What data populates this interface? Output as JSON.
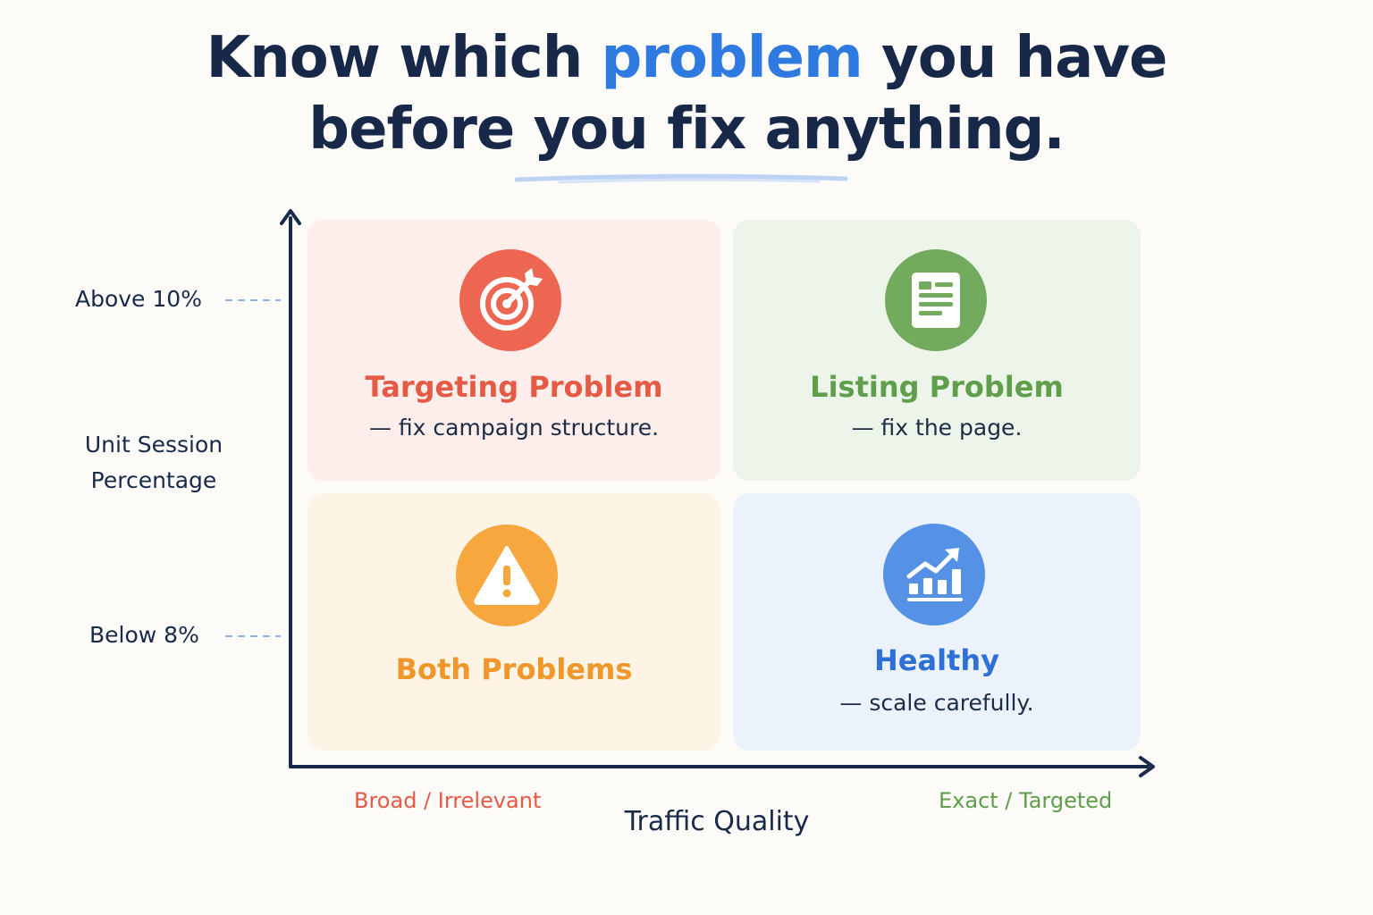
{
  "title": {
    "line1_before": "Know which ",
    "line1_highlight": "problem",
    "line1_after": " you have",
    "line2": "before you fix anything."
  },
  "axes": {
    "y_title_line1": "Unit Session",
    "y_title_line2": "Percentage",
    "y_high": "Above 10%",
    "y_low": "Below 8%",
    "x_title": "Traffic Quality",
    "x_left": "Broad / Irrelevant",
    "x_right": "Exact / Targeted"
  },
  "quadrants": {
    "top_left": {
      "title": "Targeting Problem",
      "subtitle": "— fix campaign structure.",
      "icon": "target-icon",
      "color": "#ec6651"
    },
    "top_right": {
      "title": "Listing Problem",
      "subtitle": "— fix the page.",
      "icon": "document-icon",
      "color": "#73ab5e"
    },
    "bottom_left": {
      "title": "Both Problems",
      "icon": "warning-icon",
      "color": "#f6a73e"
    },
    "bottom_right": {
      "title": "Healthy",
      "subtitle": "— scale carefully.",
      "icon": "growth-chart-icon",
      "color": "#5592e6"
    }
  },
  "colors": {
    "axis": "#182a4a",
    "highlight": "#2f7ae0",
    "dash": "#8fb4ec"
  }
}
